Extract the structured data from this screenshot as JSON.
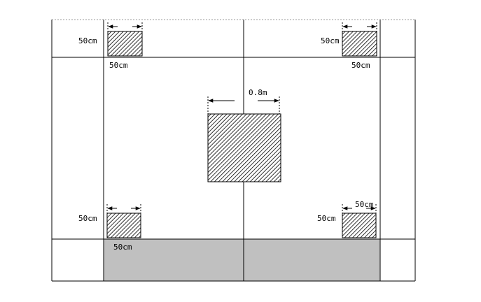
{
  "labels": {
    "top_left_side": "50cm",
    "top_left_below": "50cm",
    "top_right_side": "50cm",
    "top_right_below": "50cm",
    "center_width": "0.8m",
    "bottom_left_side": "50cm",
    "bottom_left_below": "50cm",
    "bottom_right_side": "50cm",
    "bottom_right_top": "50cm"
  },
  "colors": {
    "line": "#000000",
    "shaded_band": "#c0c0c0",
    "hatch": "#000000",
    "background": "#ffffff"
  }
}
